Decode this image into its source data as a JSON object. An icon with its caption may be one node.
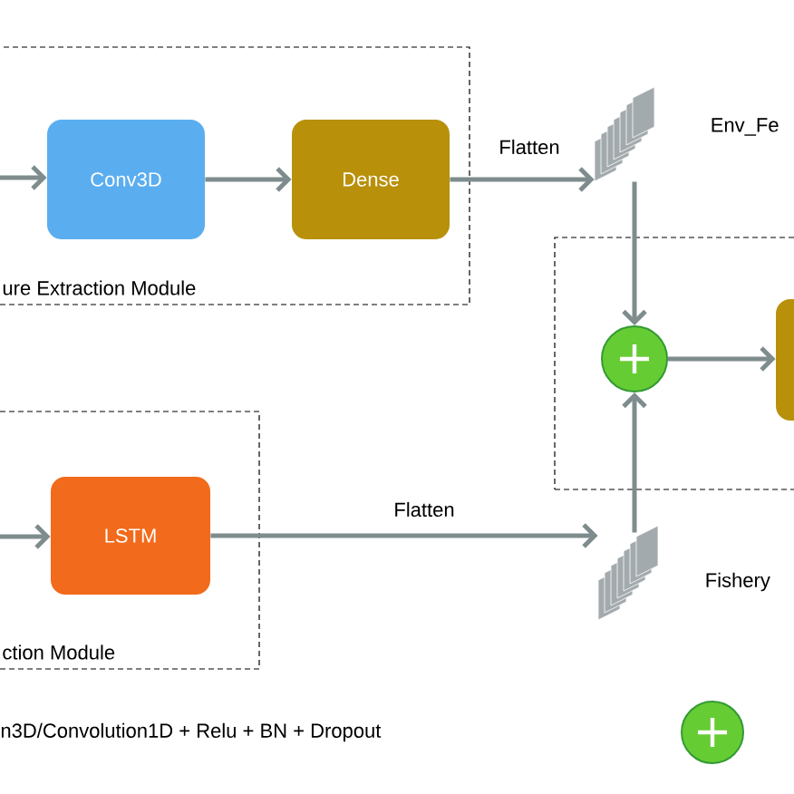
{
  "diagram": {
    "nodes": [
      {
        "text": [
          "ure Extraction Module"
        ]
      },
      {
        "text": [
          "Conv3D"
        ],
        "in": 0
      },
      {
        "text": [
          "Dense"
        ],
        "in": 0
      },
      {
        "text": [],
        "shape": "stack",
        "beside": [
          "Env_Fe"
        ]
      },
      {
        "text": [],
        "shape": "box"
      },
      {
        "text": [],
        "shape": "circle",
        "in": 4
      },
      {
        "text": [],
        "shape": "box",
        "in": 4
      },
      {
        "text": [
          "ction Module"
        ]
      },
      {
        "text": [
          "LSTM"
        ],
        "in": 7
      },
      {
        "text": [],
        "shape": "stack",
        "beside": [
          "Fishery"
        ]
      },
      {
        "text": [],
        "shape": "circle"
      }
    ],
    "edges": [
      {
        "from": null,
        "to": 1,
        "arrow": "to"
      },
      {
        "from": 1,
        "to": 2,
        "arrow": "to"
      },
      {
        "from": 2,
        "to": 3,
        "arrow": "to",
        "label": "Flatten"
      },
      {
        "from": 3,
        "to": 5,
        "arrow": "to"
      },
      {
        "from": 5,
        "to": 6,
        "arrow": "to"
      },
      {
        "from": null,
        "to": 8,
        "arrow": "to"
      },
      {
        "from": 8,
        "to": 9,
        "arrow": "to",
        "label": "Flatten"
      },
      {
        "from": 9,
        "to": 5,
        "arrow": "to"
      }
    ],
    "labels": [
      "n3D/Convolution1D + Relu + BN  + Dropout"
    ]
  }
}
